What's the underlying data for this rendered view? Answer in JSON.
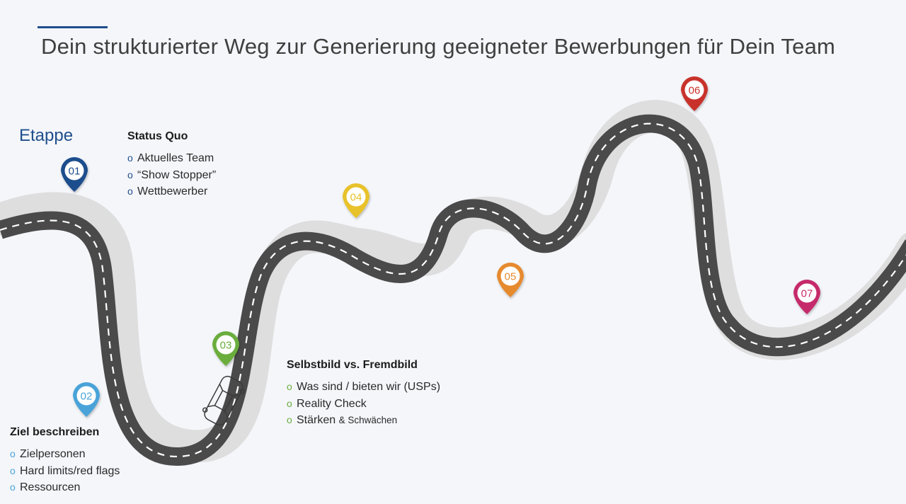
{
  "header": {
    "title": "Dein strukturierter Weg zur Generierung geeigneter Bewerbungen für Dein Team",
    "etappe_label": "Etappe"
  },
  "colors": {
    "accent": "#1f4e8c",
    "road": "#4a4a4a",
    "road_shadow": "#dedede"
  },
  "stages": [
    {
      "number": "01",
      "color": "#1f4e8c"
    },
    {
      "number": "02",
      "color": "#4aa3d8"
    },
    {
      "number": "03",
      "color": "#6aad3d"
    },
    {
      "number": "04",
      "color": "#e8c22a"
    },
    {
      "number": "05",
      "color": "#e68a2e"
    },
    {
      "number": "06",
      "color": "#c8302c"
    },
    {
      "number": "07",
      "color": "#c52a6a"
    }
  ],
  "blocks": {
    "status_quo": {
      "heading": "Status Quo",
      "items": [
        "Aktuelles Team",
        "“Show Stopper”",
        "Wettbewerber"
      ]
    },
    "ziel": {
      "heading": "Ziel beschreiben",
      "items": [
        "Zielpersonen",
        "Hard limits/red flags",
        "Ressourcen"
      ]
    },
    "selbstbild": {
      "heading": "Selbstbild vs. Fremdbild",
      "items": [
        "Was sind / bieten wir (USPs)",
        "Reality Check",
        "Stärken"
      ],
      "item3_suffix": "& Schwächen"
    }
  },
  "bullet_char": "o",
  "icons": {
    "vehicle": "car-icon",
    "pin": "map-pin-icon"
  }
}
